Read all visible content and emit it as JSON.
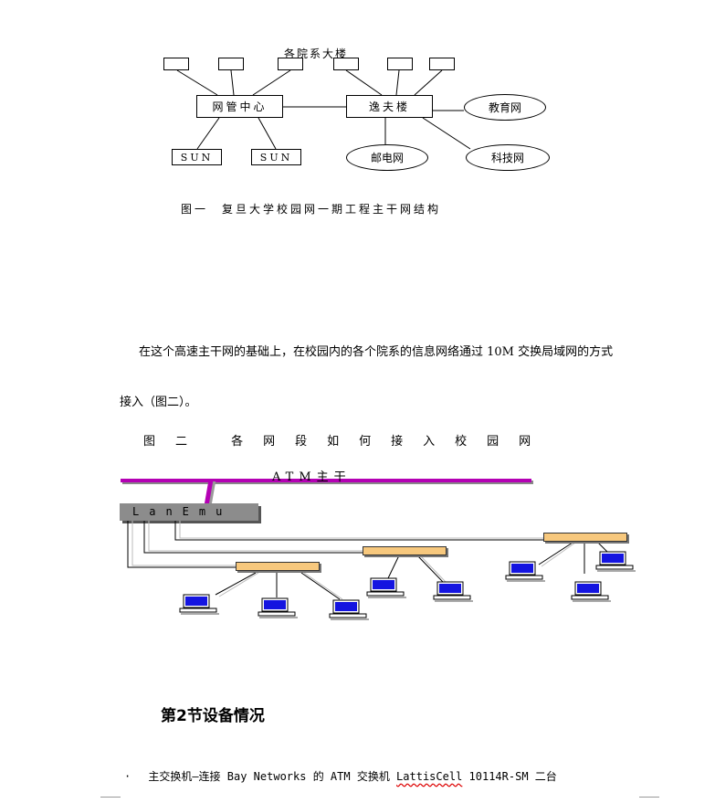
{
  "figure1": {
    "top_label": "各院系大楼",
    "hub_left": "网管中心",
    "hub_right": "逸夫楼",
    "server_left": "SUN",
    "server_right": "SUN",
    "ellipse_edu": "教育网",
    "ellipse_post": "邮电网",
    "ellipse_tech": "科技网",
    "caption": "图一　复旦大学校园网一期工程主干网结构"
  },
  "paragraph": {
    "line1": "在这个高速主干网的基础上，在校园内的各个院系的信息网络通过 10M 交换局域网的方式",
    "line2": "接入（图二）。"
  },
  "figure2": {
    "caption": "图二 各网段如何接入校园网",
    "backbone_label": "ATM主干",
    "lan_emu": "LanEmu",
    "colors": {
      "backbone": "#b400b4",
      "lan_emu": "#8c8c8c",
      "switch": "#f7c87d",
      "screen": "#1414e0"
    }
  },
  "section": {
    "title": "第2节设备情况"
  },
  "bullet": {
    "symbol": "·",
    "text_before": "主交换机—连接 Bay Networks 的 ATM 交换机 ",
    "highlight": "LattisCell",
    "text_after": " 10114R-SM 二台"
  }
}
